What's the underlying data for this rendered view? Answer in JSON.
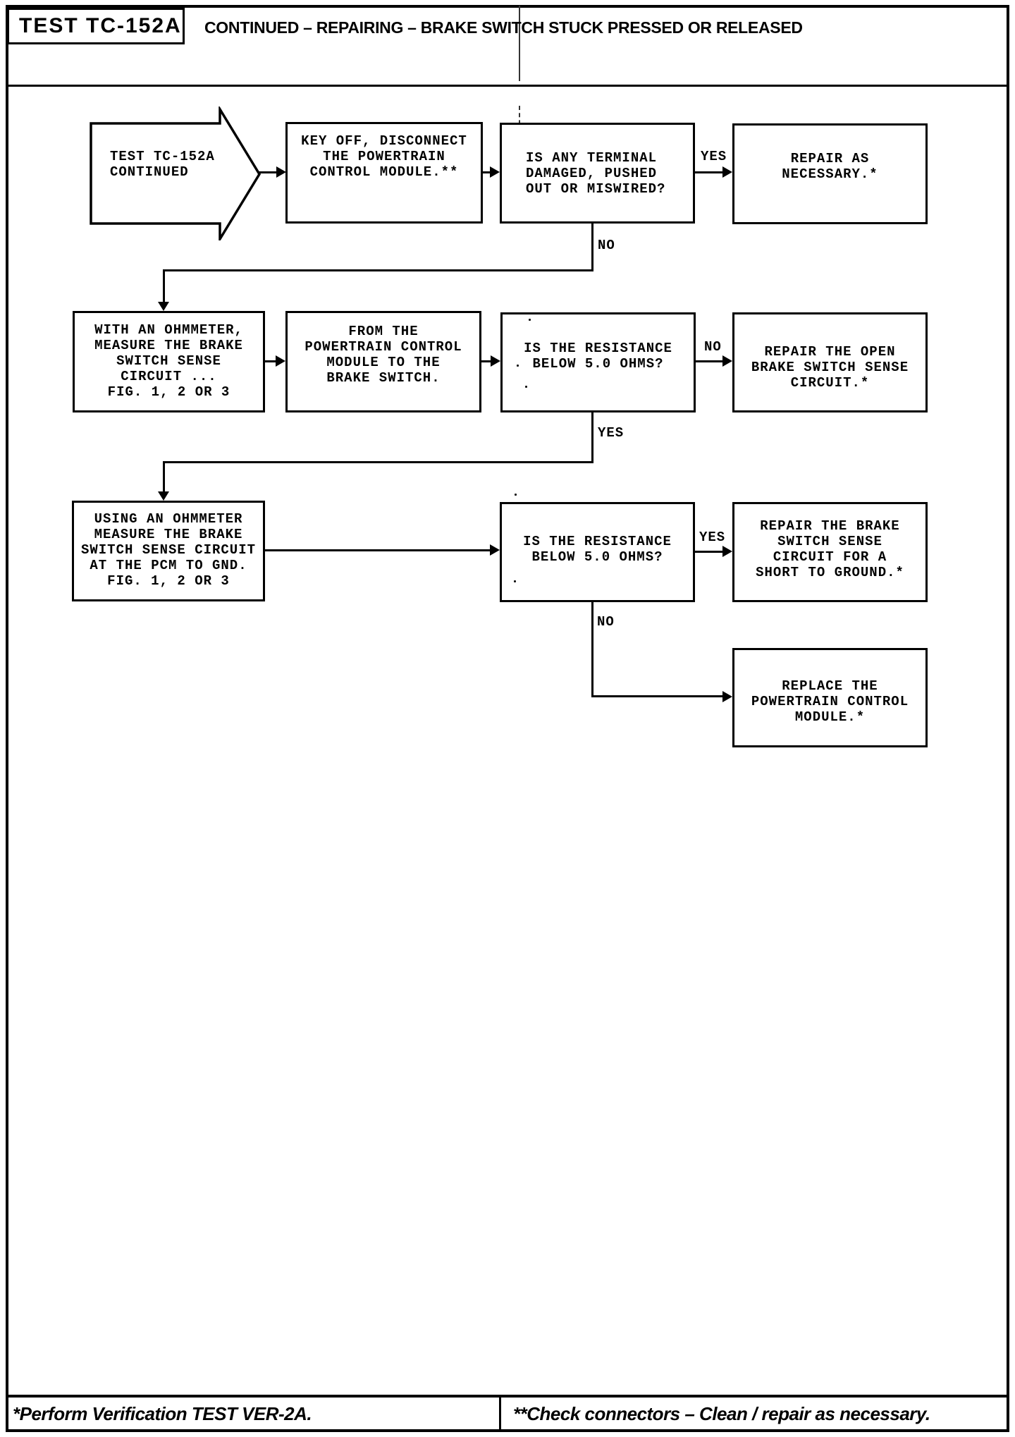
{
  "header": {
    "test_id": "TEST TC-152A",
    "title": "CONTINUED – REPAIRING – BRAKE SWITCH STUCK PRESSED OR RELEASED"
  },
  "nodes": {
    "start": {
      "text": "TEST TC-152A\nCONTINUED"
    },
    "key_off": {
      "text": "KEY OFF, DISCONNECT\nTHE POWERTRAIN\nCONTROL MODULE.**"
    },
    "terminal_damaged": {
      "text": "IS ANY TERMINAL\nDAMAGED, PUSHED\nOUT OR MISWIRED?"
    },
    "repair_as_necessary": {
      "text": "REPAIR AS\nNECESSARY.*"
    },
    "measure_brake": {
      "text": "WITH AN OHMMETER,\nMEASURE THE BRAKE\nSWITCH SENSE\nCIRCUIT ...\nFIG. 1, 2 OR 3"
    },
    "from_pcm": {
      "text": "FROM THE\nPOWERTRAIN CONTROL\nMODULE TO THE\nBRAKE SWITCH."
    },
    "resistance_1": {
      "text": "IS THE RESISTANCE\nBELOW 5.0 OHMS?"
    },
    "repair_open": {
      "text": "REPAIR THE OPEN\nBRAKE SWITCH SENSE\nCIRCUIT.*"
    },
    "measure_pcm_gnd": {
      "text": "USING AN OHMMETER\nMEASURE THE BRAKE\nSWITCH SENSE CIRCUIT\nAT THE PCM TO GND.\nFIG. 1, 2 OR 3"
    },
    "resistance_2": {
      "text": "IS THE RESISTANCE\nBELOW 5.0 OHMS?"
    },
    "repair_short": {
      "text": "REPAIR THE BRAKE\nSWITCH SENSE\nCIRCUIT FOR A\nSHORT TO GROUND.*"
    },
    "replace_pcm": {
      "text": "REPLACE THE\nPOWERTRAIN CONTROL\nMODULE.*"
    }
  },
  "edges": {
    "terminal_yes": "YES",
    "terminal_no": "NO",
    "resistance1_no": "NO",
    "resistance1_yes": "YES",
    "resistance2_yes": "YES",
    "resistance2_no": "NO"
  },
  "footer": {
    "left": "*Perform Verification TEST VER-2A.",
    "right": "**Check connectors – Clean / repair as necessary."
  },
  "colors": {
    "ink": "#000000",
    "paper": "#ffffff"
  }
}
